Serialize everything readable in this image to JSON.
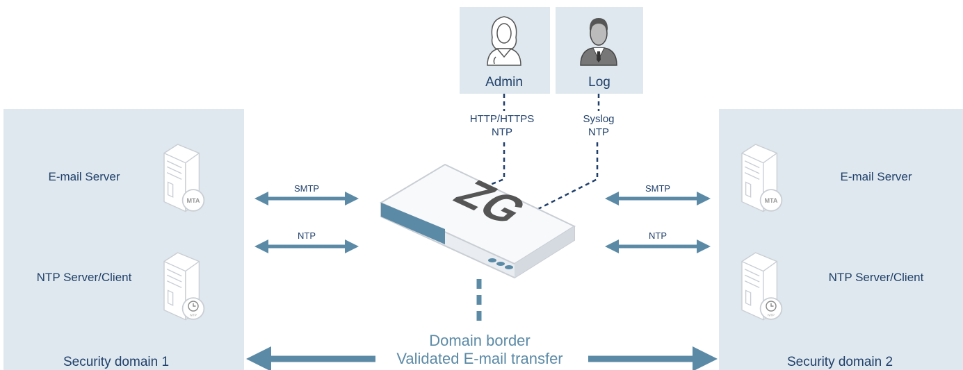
{
  "colors": {
    "panel": "#dfe8ee",
    "arrow": "#5b8aa6",
    "text_dark": "#1f3f6a",
    "text_mid": "#5b8aa6",
    "dash": "#1f3f6a",
    "device_stripe": "#5b8aa6",
    "device_body": "#f4f6f8",
    "server_outline": "#c9ced4"
  },
  "domain_left": {
    "title": "Security domain 1",
    "email_label": "E-mail Server",
    "ntp_label": "NTP Server/Client",
    "mta_badge": "MTA",
    "ntp_badge": "NTP"
  },
  "domain_right": {
    "title": "Security domain 2",
    "email_label": "E-mail Server",
    "ntp_label": "NTP Server/Client",
    "mta_badge": "MTA",
    "ntp_badge": "NTP"
  },
  "admin": {
    "label": "Admin",
    "protocol_1": "HTTP/HTTPS",
    "protocol_2": "NTP"
  },
  "log": {
    "label": "Log",
    "protocol_1": "Syslog",
    "protocol_2": "NTP"
  },
  "links": {
    "smtp_left": "SMTP",
    "ntp_left": "NTP",
    "smtp_right": "SMTP",
    "ntp_right": "NTP"
  },
  "device": {
    "logo": "ZG"
  },
  "border": {
    "line1": "Domain border",
    "line2": "Validated E-mail transfer"
  },
  "icons": {
    "admin": "female-user-icon",
    "log": "male-user-icon",
    "email_server": "server-mta-icon",
    "ntp_server": "server-clock-icon",
    "device": "zg-gateway-icon"
  }
}
